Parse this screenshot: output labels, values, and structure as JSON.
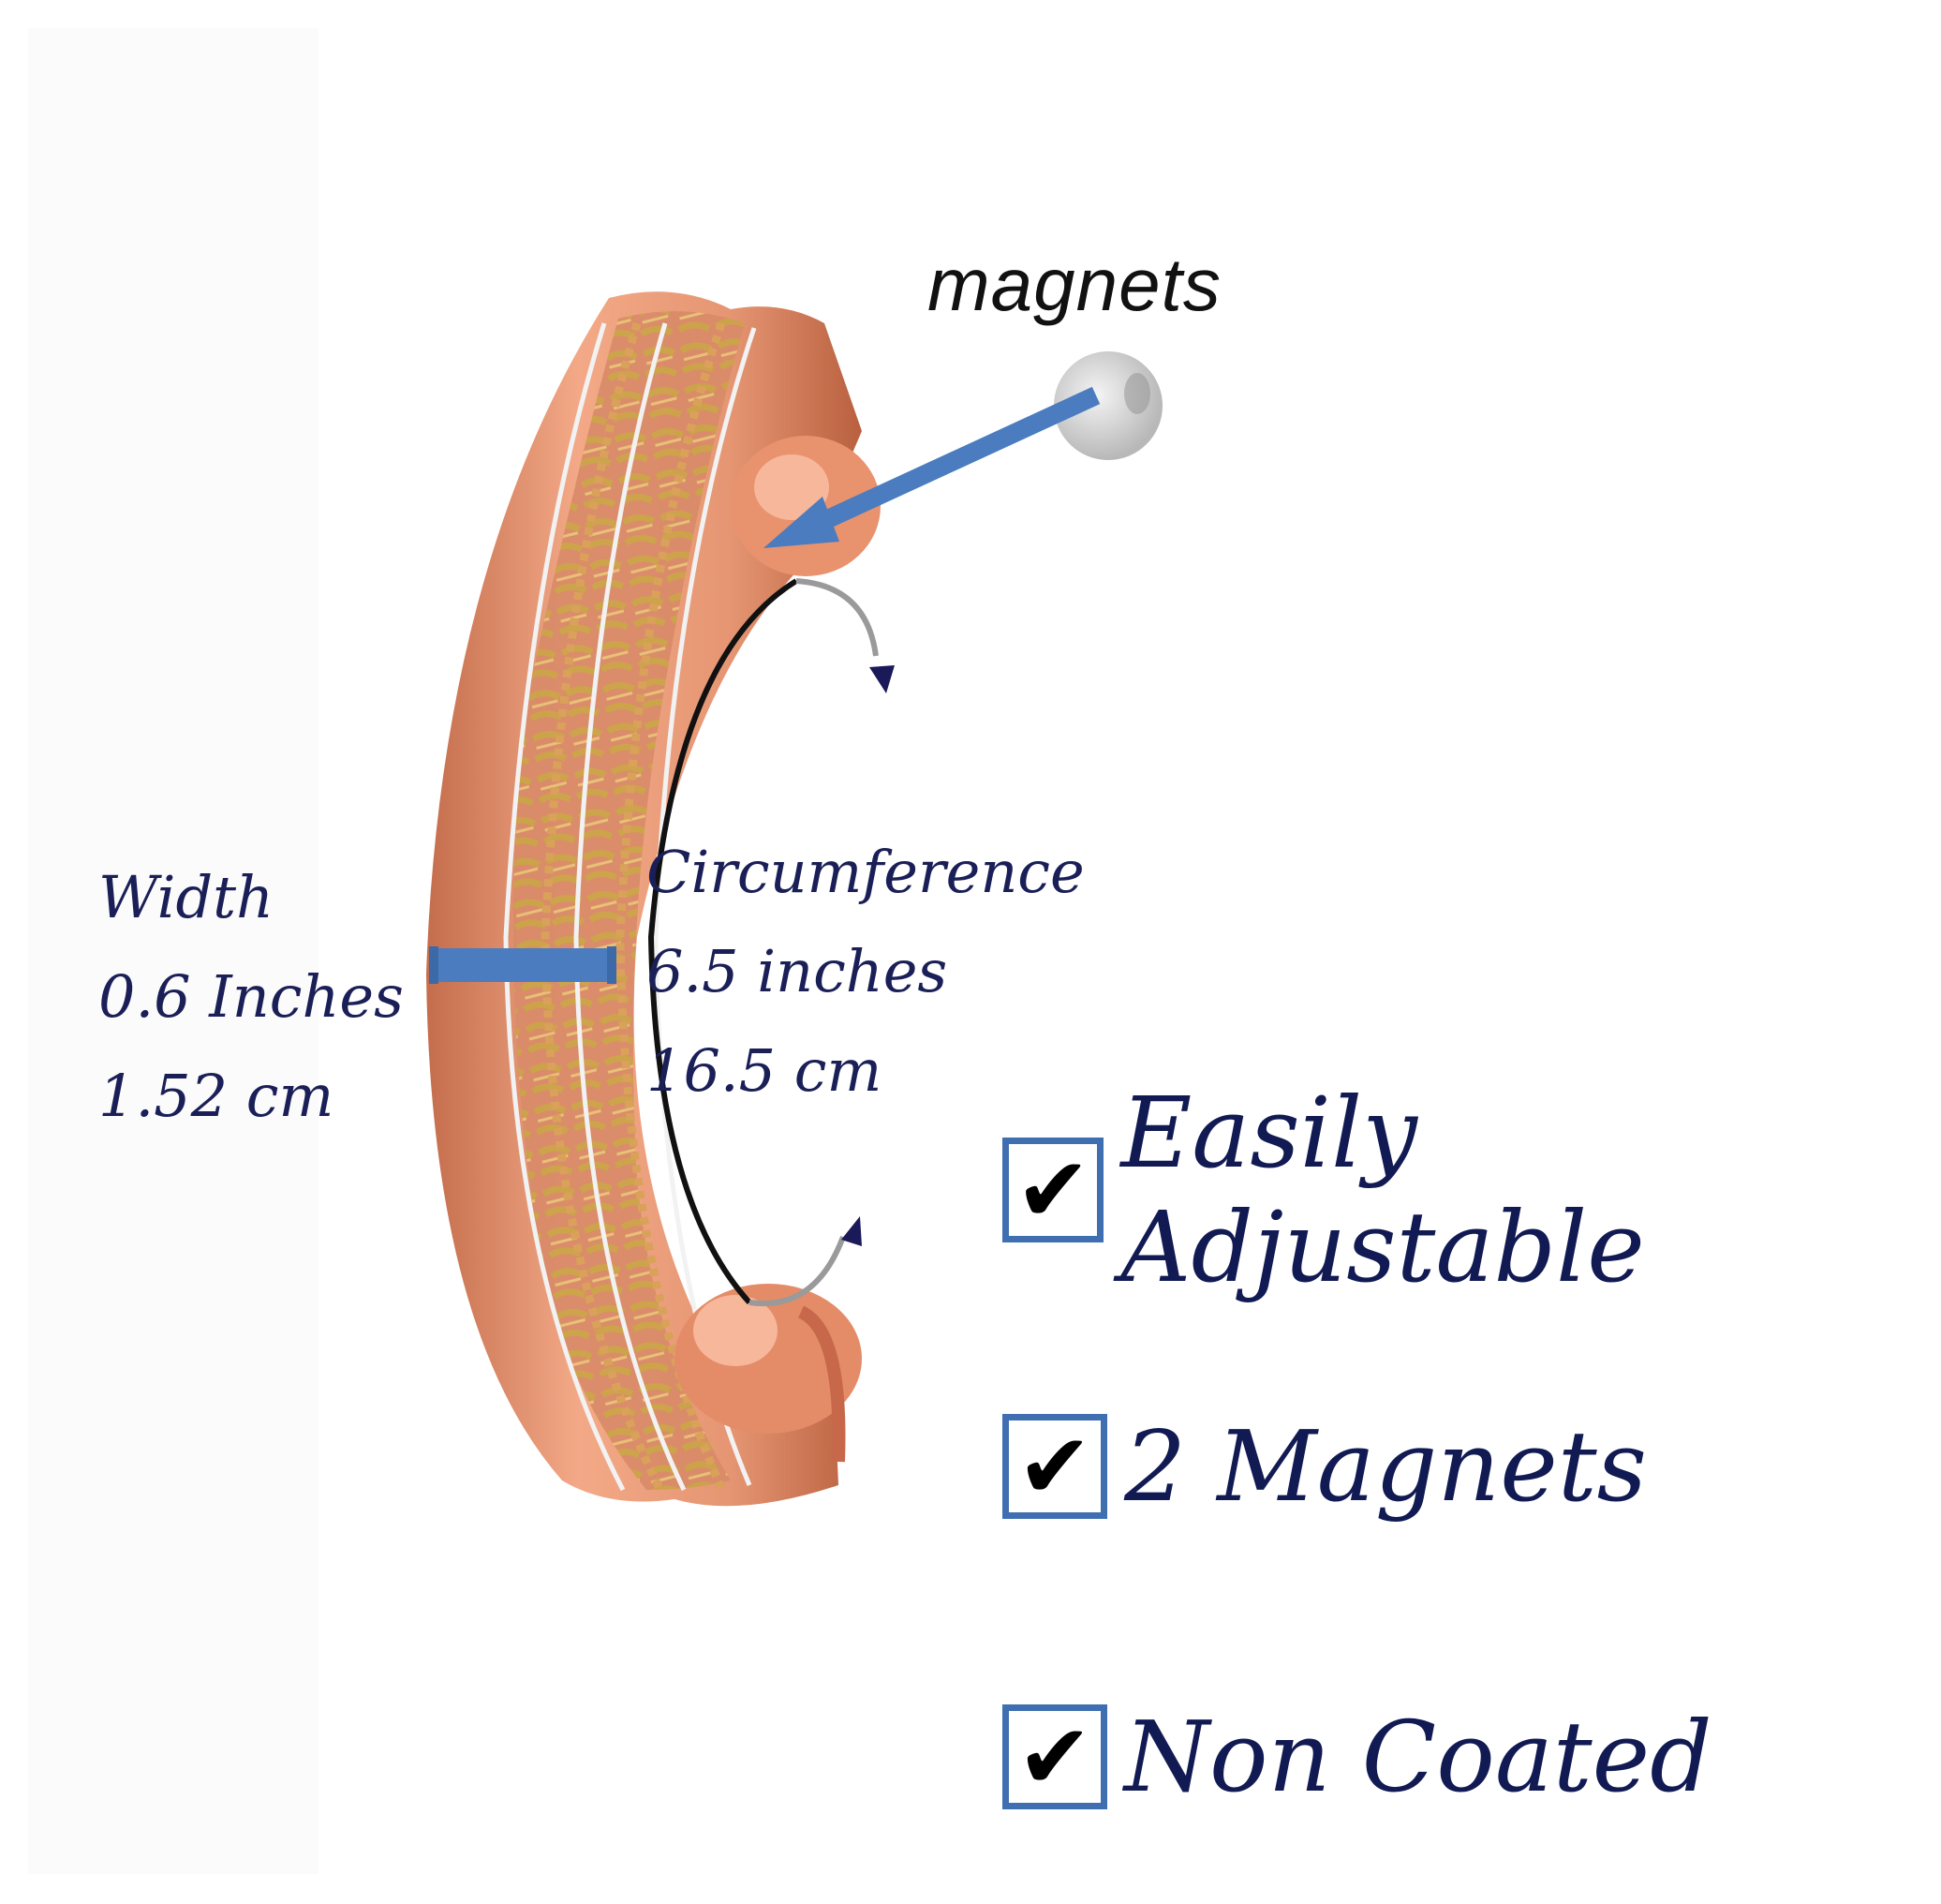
{
  "callouts": {
    "magnets": "magnets",
    "width_title": "Width",
    "width_in": "0.6 Inches",
    "width_cm": "1.52 cm",
    "circ_title": "Circumference",
    "circ_in": "6.5 inches",
    "circ_cm": "16.5 cm"
  },
  "features": [
    {
      "label": "Easily Adjustable",
      "checked": true
    },
    {
      "label": "2 Magnets",
      "checked": true
    },
    {
      "label": "Non Coated",
      "checked": true
    }
  ],
  "colors": {
    "text": "#1a1f57",
    "checkbox_border": "#3f6fb0",
    "arrow_blue": "#4a7cbf",
    "copper": "#e0926e"
  },
  "icons": {
    "check": "check-mark-icon",
    "magnet": "magnet-disc-icon"
  }
}
